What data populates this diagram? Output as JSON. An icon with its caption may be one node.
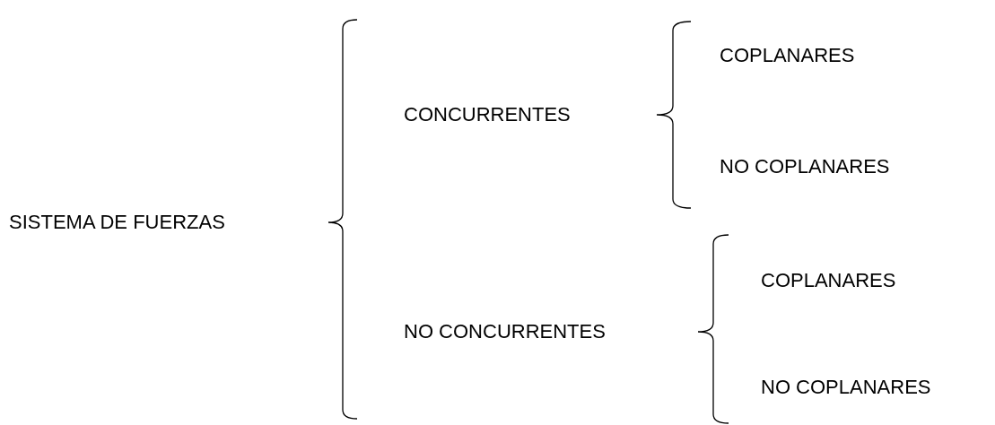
{
  "diagram": {
    "nodes": [
      {
        "text": [
          "SISTEMA DE FUERZAS"
        ]
      },
      {
        "text": [
          "CONCURRENTES"
        ]
      },
      {
        "text": [
          "COPLANARES"
        ]
      },
      {
        "text": [
          "NO COPLANARES"
        ]
      },
      {
        "text": [
          "NO CONCURRENTES"
        ]
      },
      {
        "text": [
          "COPLANARES"
        ]
      },
      {
        "text": [
          "NO COPLANARES"
        ]
      }
    ]
  }
}
